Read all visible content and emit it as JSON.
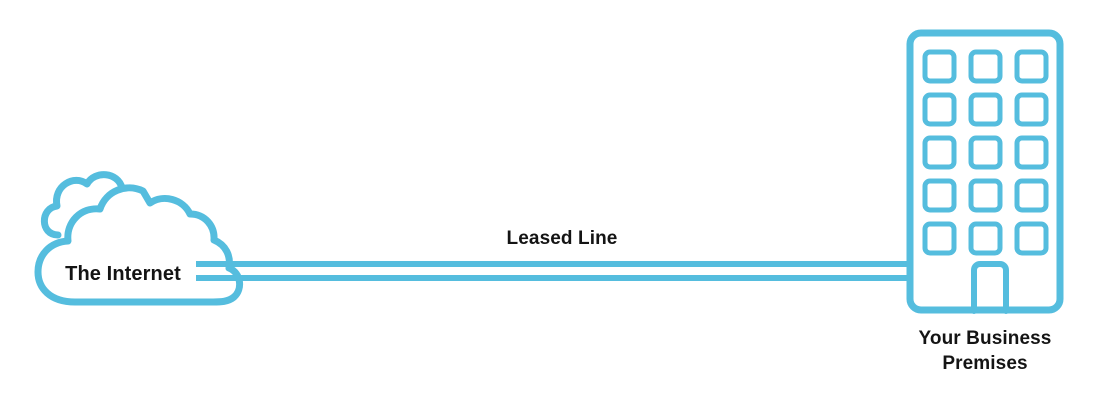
{
  "diagram": {
    "type": "network-connectivity",
    "background_color": "#ffffff",
    "accent_color": "#55bdde",
    "text_color": "#141414",
    "nodes": [
      {
        "id": "internet-cloud",
        "icon": "cloud-icon",
        "label": "The Internet",
        "shape": "cloud-outline",
        "color": "#55bdde"
      },
      {
        "id": "business-building",
        "icon": "office-building-icon",
        "label": "Your Business Premises",
        "label_lines": [
          "Your Business",
          "Premises"
        ],
        "shape": "building-outline",
        "color": "#55bdde",
        "window_rows": 5,
        "window_columns": 3,
        "window_count": 15,
        "has_door": true
      }
    ],
    "connections": [
      {
        "id": "leased-line",
        "label": "Leased Line",
        "from": "internet-cloud",
        "to": "business-building",
        "style": "double-parallel-line",
        "color": "#55bdde",
        "stroke_width": 6,
        "line_count": 2
      }
    ]
  }
}
